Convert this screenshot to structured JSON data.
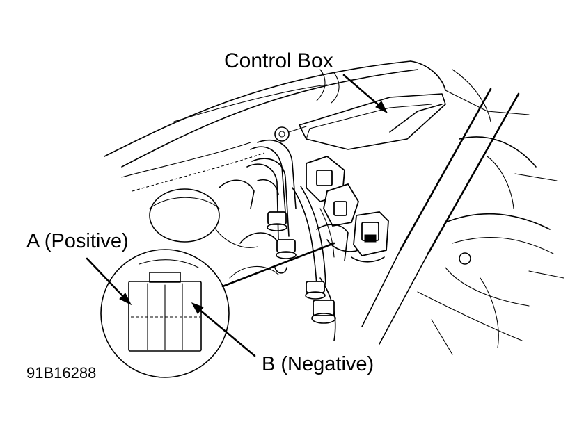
{
  "labels": {
    "control_box": "Control Box",
    "a_positive": "A (Positive)",
    "b_negative": "B (Negative)",
    "figure_id": "91B16288"
  },
  "colors": {
    "ink": "#000000",
    "paper": "#ffffff"
  }
}
